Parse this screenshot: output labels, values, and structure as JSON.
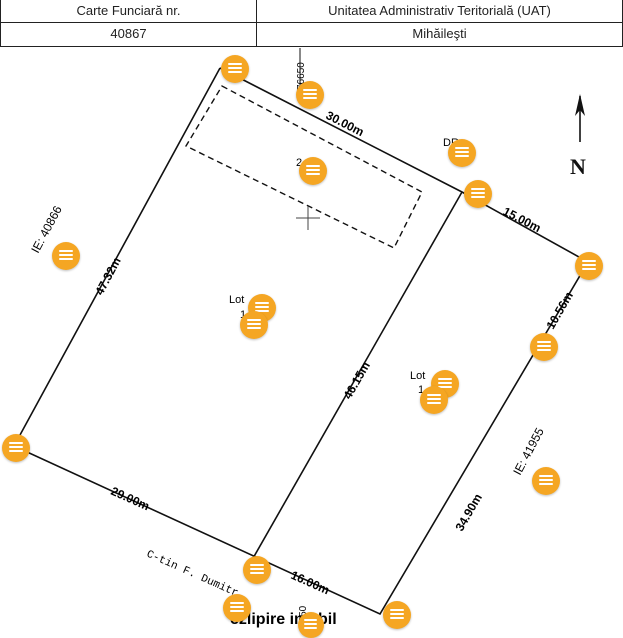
{
  "header": {
    "col1_label": "Carte Funciară nr.",
    "col2_label": "Unitatea Administrativ Teritorială (UAT)",
    "col1_value": "40867",
    "col2_value": "Mihăileşti"
  },
  "labels": {
    "top_edge": "30.00m",
    "left_edge": "47.32m",
    "middle_edge": "46.15m",
    "bottom_left_edge": "29.00m",
    "bottom_right_edge": "16.00m",
    "right_top_edge": "15.00m",
    "right_short_edge": "10.56m",
    "right_long_edge": "34.90m",
    "ie_left": "IE: 40866",
    "ie_right": "IE: 41955",
    "lot1": "Lot",
    "lot1_sub": "1",
    "lot2": "Lot",
    "lot2_sub": "1",
    "street": "C-tin F. Dumitr",
    "cadastral_top": "76650",
    "cadastral_bottom": "6650",
    "dr": "DR",
    "inner_mark": "2",
    "north": "N",
    "title": "ezlipire imobil"
  },
  "colors": {
    "pin": "#f5a623",
    "line": "#111111"
  }
}
